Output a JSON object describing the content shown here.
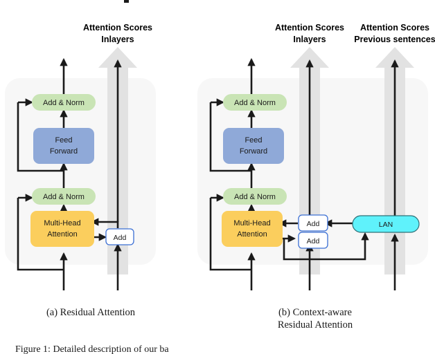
{
  "figure": {
    "caption_partial_top": "",
    "caption_bottom": "Figure 1: Detailed description of our ba"
  },
  "panels": [
    {
      "id": "a",
      "caption": "(a) Residual Attention",
      "caption_line2": "",
      "headings": [
        {
          "line1": "Attention Scores",
          "line2": "Inlayers"
        }
      ],
      "blocks": [
        {
          "name": "add-norm-upper",
          "label": "Add & Norm",
          "color": "#c9e4b5"
        },
        {
          "name": "feed-forward",
          "label_line1": "Feed",
          "label_line2": "Forward",
          "color": "#8fa9d8"
        },
        {
          "name": "add-norm-lower",
          "label": "Add & Norm",
          "color": "#c9e4b5"
        },
        {
          "name": "multi-head-attention",
          "label_line1": "Multi-Head",
          "label_line2": "Attention",
          "color": "#fbce5d"
        },
        {
          "name": "add-gate",
          "label": "Add",
          "color": "#ffffff"
        }
      ]
    },
    {
      "id": "b",
      "caption": "(b) Context-aware",
      "caption_line2": "Residual Attention",
      "headings": [
        {
          "line1": "Attention Scores",
          "line2": "Inlayers"
        },
        {
          "line1": "Attention Scores",
          "line2": "Previous sentences"
        }
      ],
      "blocks": [
        {
          "name": "add-norm-upper",
          "label": "Add & Norm",
          "color": "#c9e4b5"
        },
        {
          "name": "feed-forward",
          "label_line1": "Feed",
          "label_line2": "Forward",
          "color": "#8fa9d8"
        },
        {
          "name": "add-norm-lower",
          "label": "Add & Norm",
          "color": "#c9e4b5"
        },
        {
          "name": "multi-head-attention",
          "label_line1": "Multi-Head",
          "label_line2": "Attention",
          "color": "#fbce5d"
        },
        {
          "name": "add-gate-top",
          "label": "Add",
          "color": "#ffffff"
        },
        {
          "name": "add-gate-bottom",
          "label": "Add",
          "color": "#ffffff"
        },
        {
          "name": "lan",
          "label": "LAN",
          "color": "#5ff2fb"
        }
      ]
    }
  ],
  "colors": {
    "add_norm": "#c9e4b5",
    "feed_forward": "#8fa9d8",
    "multi_head": "#fbce5d",
    "lan": "#5ff2fb",
    "add_border": "#3b6fd4",
    "panel_bg": "#f7f7f7",
    "big_arrow": "#e2e2e2",
    "line": "#1a1a1a"
  }
}
